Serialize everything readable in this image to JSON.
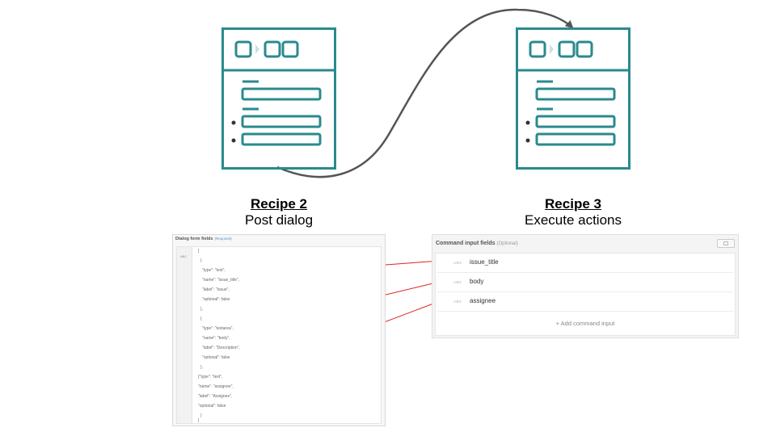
{
  "colors": {
    "teal": "#2a8a8e",
    "arrow_dark": "#555555",
    "arrow_red": "#e02020"
  },
  "recipes": [
    {
      "title": "Recipe 2",
      "subtitle": "Post dialog"
    },
    {
      "title": "Recipe 3",
      "subtitle": "Execute actions"
    }
  ],
  "document_icons": [
    "document-icon",
    "document-icon"
  ],
  "dialog": {
    "header": "Dialog form fields",
    "required": "(Required)",
    "gutter_label": "ABC",
    "lines": [
      "[",
      "{",
      "\"type\": \"text\",",
      "\"name\": \"issue_title\",",
      "\"label\": \"Issue\",",
      "\"optional\": false",
      "},",
      "{",
      "\"type\": \"textarea\",",
      "\"name\": \"body\",",
      "\"label\": \"Description\",",
      "\"optional\": false",
      "},",
      "{\"type\": \"text\",",
      "\"name\": \"assignee\",",
      "\"label\": \"Assignee\",",
      "\"optional\": false",
      "}",
      "]"
    ]
  },
  "command": {
    "header": "Command input fields",
    "optional": "(Optional)",
    "abc": "ABC",
    "fields": [
      "issue_title",
      "body",
      "assignee"
    ],
    "add_label": "+ Add command input"
  }
}
